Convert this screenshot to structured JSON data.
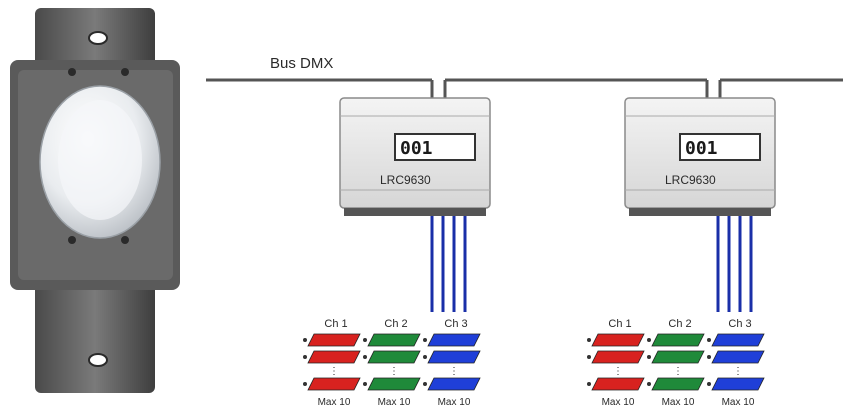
{
  "bus": {
    "label": "Bus DMX",
    "color": "#555555"
  },
  "dimmer": {
    "name": "rotary-dimmer"
  },
  "controllers": [
    {
      "display": "001",
      "model": "LRC9630",
      "channels": [
        {
          "label": "Ch 1",
          "max_label": "Max 10",
          "color": "#d8221f"
        },
        {
          "label": "Ch 2",
          "max_label": "Max 10",
          "color": "#1f8a3a"
        },
        {
          "label": "Ch 3",
          "max_label": "Max 10",
          "color": "#1f3fd8"
        }
      ]
    },
    {
      "display": "001",
      "model": "LRC9630",
      "channels": [
        {
          "label": "Ch 1",
          "max_label": "Max 10",
          "color": "#d8221f"
        },
        {
          "label": "Ch 2",
          "max_label": "Max 10",
          "color": "#1f8a3a"
        },
        {
          "label": "Ch 3",
          "max_label": "Max 10",
          "color": "#1f3fd8"
        }
      ]
    }
  ],
  "wire_color": "#1a2fa8"
}
